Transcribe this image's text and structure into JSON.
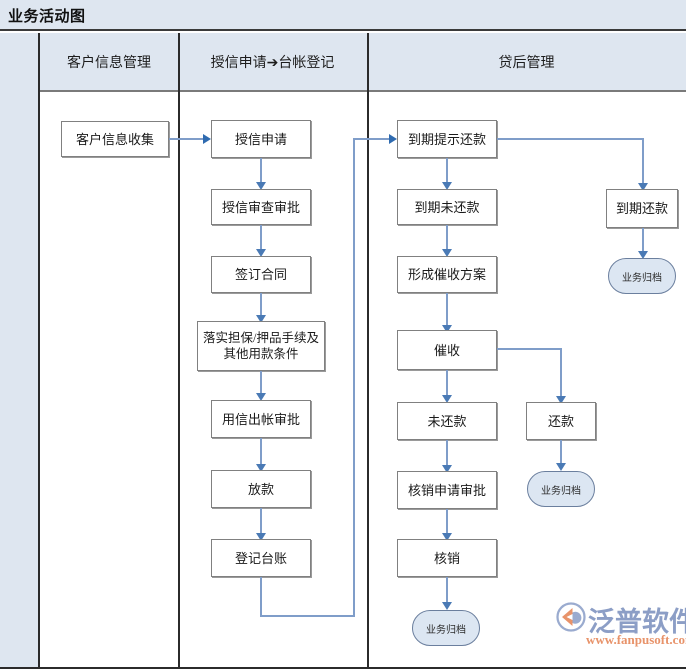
{
  "title": "业务活动图",
  "columns": [
    {
      "id": "customer-info",
      "label": "客户信息管理"
    },
    {
      "id": "credit-application",
      "label": "授信申请➔台帐登记"
    },
    {
      "id": "post-loan",
      "label": "贷后管理"
    }
  ],
  "nodes": {
    "customer_info_collect": "客户信息收集",
    "credit_application": "授信申请",
    "credit_review_approval": "授信审查审批",
    "sign_contract": "签订合同",
    "implement_guarantee": "落实担保/押品手续及其他用款条件",
    "credit_drawdown_approval": "用信出帐审批",
    "disbursement": "放款",
    "register_ledger": "登记台账",
    "due_repayment_reminder": "到期提示还款",
    "due_unpaid": "到期未还款",
    "form_collection_plan": "形成催收方案",
    "collection": "催收",
    "unpaid": "未还款",
    "writeoff_application_approval": "核销申请审批",
    "writeoff": "核销",
    "due_repaid": "到期还款",
    "repaid": "还款",
    "archive_1": "业务归档",
    "archive_2": "业务归档",
    "archive_3": "业务归档"
  },
  "logo": {
    "brand": "泛普软件",
    "url": "www.fanpusoft.com"
  },
  "colors": {
    "header_fill": "#dee6f0",
    "node_border": "#808080",
    "connector": "#7f9dc9",
    "arrow": "#4a7ab5",
    "terminator_fill": "#dce6f2",
    "terminator_border": "#6b7f9e",
    "brand_blue": "#8c9ec6",
    "brand_orange": "#e8936a"
  },
  "chart_data": {
    "type": "diagram",
    "title": "业务活动图",
    "lanes": [
      "客户信息管理",
      "授信申请➔台帐登记",
      "贷后管理"
    ],
    "steps": [
      {
        "lane": 0,
        "label": "客户信息收集",
        "shape": "process"
      },
      {
        "lane": 1,
        "label": "授信申请",
        "shape": "process"
      },
      {
        "lane": 1,
        "label": "授信审查审批",
        "shape": "process"
      },
      {
        "lane": 1,
        "label": "签订合同",
        "shape": "process"
      },
      {
        "lane": 1,
        "label": "落实担保/押品手续及其他用款条件",
        "shape": "process"
      },
      {
        "lane": 1,
        "label": "用信出帐审批",
        "shape": "process"
      },
      {
        "lane": 1,
        "label": "放款",
        "shape": "process"
      },
      {
        "lane": 1,
        "label": "登记台账",
        "shape": "process"
      },
      {
        "lane": 2,
        "label": "到期提示还款",
        "shape": "process"
      },
      {
        "lane": 2,
        "label": "到期未还款",
        "shape": "process"
      },
      {
        "lane": 2,
        "label": "形成催收方案",
        "shape": "process"
      },
      {
        "lane": 2,
        "label": "催收",
        "shape": "process"
      },
      {
        "lane": 2,
        "label": "未还款",
        "shape": "process"
      },
      {
        "lane": 2,
        "label": "核销申请审批",
        "shape": "process"
      },
      {
        "lane": 2,
        "label": "核销",
        "shape": "process"
      },
      {
        "lane": 2,
        "label": "到期还款",
        "shape": "process"
      },
      {
        "lane": 2,
        "label": "还款",
        "shape": "process"
      },
      {
        "lane": 2,
        "label": "业务归档",
        "shape": "terminator"
      },
      {
        "lane": 2,
        "label": "业务归档",
        "shape": "terminator"
      },
      {
        "lane": 2,
        "label": "业务归档",
        "shape": "terminator"
      }
    ],
    "edges": [
      {
        "from": "客户信息收集",
        "to": "授信申请"
      },
      {
        "from": "授信申请",
        "to": "授信审查审批"
      },
      {
        "from": "授信审查审批",
        "to": "签订合同"
      },
      {
        "from": "签订合同",
        "to": "落实担保/押品手续及其他用款条件"
      },
      {
        "from": "落实担保/押品手续及其他用款条件",
        "to": "用信出帐审批"
      },
      {
        "from": "用信出帐审批",
        "to": "放款"
      },
      {
        "from": "放款",
        "to": "登记台账"
      },
      {
        "from": "登记台账",
        "to": "到期提示还款"
      },
      {
        "from": "到期提示还款",
        "to": "到期未还款"
      },
      {
        "from": "到期提示还款",
        "to": "到期还款"
      },
      {
        "from": "到期未还款",
        "to": "形成催收方案"
      },
      {
        "from": "形成催收方案",
        "to": "催收"
      },
      {
        "from": "催收",
        "to": "未还款"
      },
      {
        "from": "催收",
        "to": "还款"
      },
      {
        "from": "未还款",
        "to": "核销申请审批"
      },
      {
        "from": "核销申请审批",
        "to": "核销"
      },
      {
        "from": "核销",
        "to": "业务归档"
      },
      {
        "from": "到期还款",
        "to": "业务归档"
      },
      {
        "from": "还款",
        "to": "业务归档"
      }
    ]
  }
}
